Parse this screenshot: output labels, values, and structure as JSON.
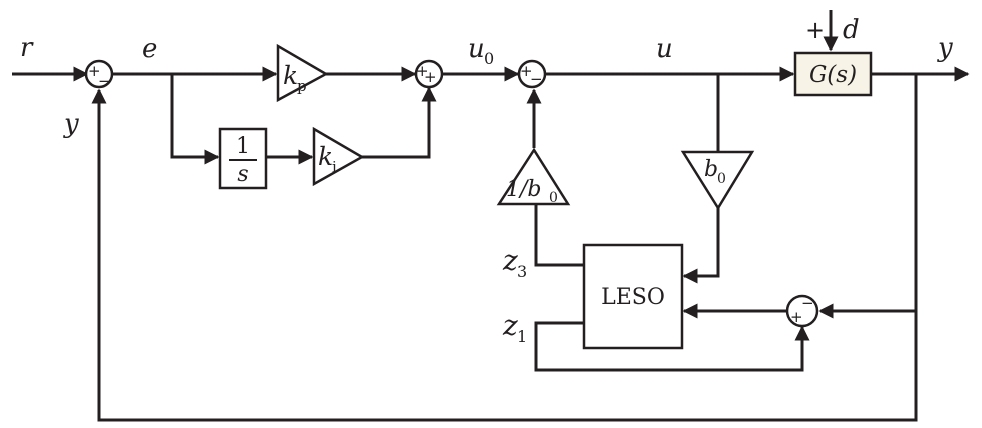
{
  "signals": {
    "r": "r",
    "e": "e",
    "y_left": "y",
    "u0": "u",
    "u0_sub": "0",
    "u": "u",
    "d": "d",
    "d_sign": "+",
    "y_out": "y",
    "z3": "z",
    "z3_sub": "3",
    "z1": "z",
    "z1_sub": "1"
  },
  "blocks": {
    "kp": "k",
    "kp_sub": "p",
    "ki": "k",
    "ki_sub": "i",
    "integrator_num": "1",
    "integrator_den": "s",
    "plant": "G(s)",
    "inv_b0": "1/b",
    "inv_b0_sub": "0",
    "b0": "b",
    "b0_sub": "0",
    "leso": "LESO"
  },
  "signs": {
    "sum1_plus": "+",
    "sum1_minus": "−",
    "sum2_plus_a": "+",
    "sum2_plus_b": "+",
    "sum3_plus": "+",
    "sum3_minus": "−",
    "sum4_plus": "+",
    "sum4_minus": "−"
  },
  "colors": {
    "line": "#231f20",
    "block_fill": "#ffffff",
    "plant_fill": "#f7f3e6"
  }
}
